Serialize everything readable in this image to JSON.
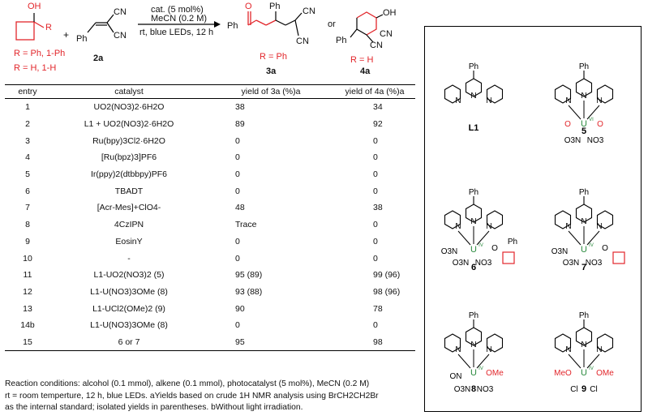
{
  "scheme": {
    "reactant1_substituent": "R",
    "reactant1_def1": "R = Ph, 1-Ph",
    "reactant1_def2": "R = H, 1-H",
    "reactant2_label": "2a",
    "plus": "+",
    "ph": "Ph",
    "cn": "CN",
    "oh": "OH",
    "o": "O",
    "conditions_line1": "cat. (5 mol%)",
    "conditions_line2": "MeCN (0.2 M)",
    "conditions_line3": "rt, blue LEDs, 12 h",
    "product3_label": "3a",
    "product3_def": "R = Ph",
    "or": "or",
    "product4_label": "4a",
    "product4_def": "R = H"
  },
  "table": {
    "headers": {
      "entry": "entry",
      "catalyst": "catalyst",
      "yield3": "yield of 3a (%)a",
      "yield4": "yield of 4a (%)a"
    },
    "rows": [
      {
        "entry": "1",
        "catalyst": "UO2(NO3)2·6H2O",
        "y3": "38",
        "y4": "34"
      },
      {
        "entry": "2",
        "catalyst": "L1 + UO2(NO3)2·6H2O",
        "y3": "89",
        "y4": "92"
      },
      {
        "entry": "3",
        "catalyst": "Ru(bpy)3Cl2·6H2O",
        "y3": "0",
        "y4": "0"
      },
      {
        "entry": "4",
        "catalyst": "[Ru(bpz)3]PF6",
        "y3": "0",
        "y4": "0"
      },
      {
        "entry": "5",
        "catalyst": "Ir(ppy)2(dtbbpy)PF6",
        "y3": "0",
        "y4": "0"
      },
      {
        "entry": "6",
        "catalyst": "TBADT",
        "y3": "0",
        "y4": "0"
      },
      {
        "entry": "7",
        "catalyst": "[Acr-Mes]+ClO4-",
        "y3": "48",
        "y4": "38"
      },
      {
        "entry": "8",
        "catalyst": "4CzIPN",
        "y3": "Trace",
        "y4": "0"
      },
      {
        "entry": "9",
        "catalyst": "EosinY",
        "y3": "0",
        "y4": "0"
      },
      {
        "entry": "10",
        "catalyst": "-",
        "y3": "0",
        "y4": "0"
      },
      {
        "entry": "11",
        "catalyst": "L1-UO2(NO3)2 (5)",
        "y3": "95 (89)",
        "y4": "99 (96)"
      },
      {
        "entry": "12",
        "catalyst": "L1-U(NO3)3OMe (8)",
        "y3": "93  (88)",
        "y4": "98 (96)"
      },
      {
        "entry": "13",
        "catalyst": "L1-UCl2(OMe)2 (9)",
        "y3": "90",
        "y4": "78"
      },
      {
        "entry": "14b",
        "catalyst": "L1-U(NO3)3OMe (8)",
        "y3": "0",
        "y4": "0"
      },
      {
        "entry": "15",
        "catalyst": "6 or 7",
        "y3": "95",
        "y4": "98"
      }
    ]
  },
  "footnote": {
    "line1": "Reaction conditions: alcohol (0.1 mmol), alkene (0.1 mmol), photocatalyst (5 mol%), MeCN (0.2 M)",
    "line2": "rt = room temperture, 12 h, blue LEDs. aYields based on crude 1H NMR analysis using BrCH2CH2Br",
    "line3": "as the internal standard; isolated yields in parentheses. bWithout light irradiation."
  },
  "structures": {
    "labels": [
      "L1",
      "5",
      "6",
      "7",
      "8",
      "9"
    ],
    "ph": "Ph",
    "n": "N",
    "o3n": "O3N",
    "no3": "NO3",
    "u6": "U",
    "u6_ox": "VI",
    "u4": "U",
    "u4_ox": "IV",
    "o": "O",
    "ome": "OMe",
    "meo": "MeO",
    "cl": "Cl"
  }
}
